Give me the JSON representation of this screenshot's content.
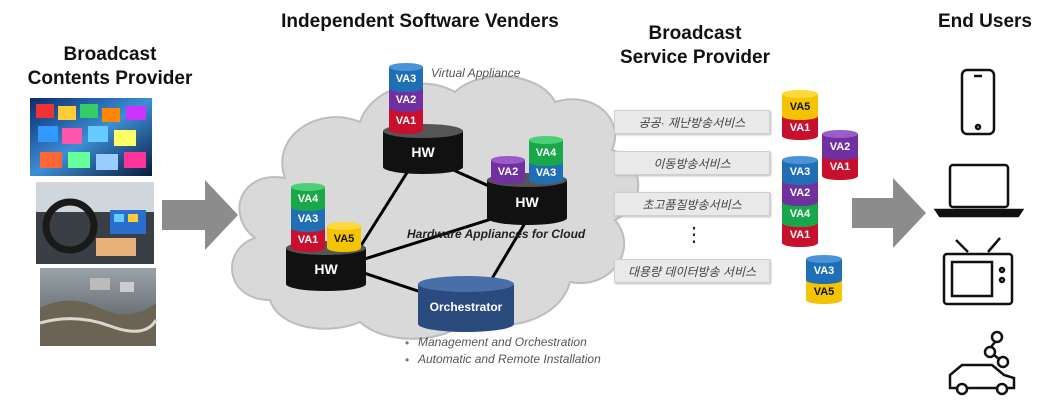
{
  "headers": {
    "contents_provider": [
      "Broadcast",
      "Contents Provider"
    ],
    "isv": "Independent Software Venders",
    "service_provider": [
      "Broadcast",
      "Service Provider"
    ],
    "end_users": "End Users"
  },
  "labels": {
    "virtual_appliance": "Virtual Appliance",
    "hardware_appliances": "Hardware Appliances for Cloud",
    "hw": "HW",
    "orchestrator": "Orchestrator",
    "ellipsis": "⋮"
  },
  "notes": [
    "Management and Orchestration",
    "Automatic and Remote Installation"
  ],
  "services": [
    "공공· 재난방송서비스",
    "이동방송서비스",
    "초고품질방송서비스",
    "대용량 데이터방송 서비스"
  ],
  "va": {
    "va1": "VA1",
    "va2": "VA2",
    "va3": "VA3",
    "va4": "VA4",
    "va5": "VA5"
  },
  "colors": {
    "va1": "#c8102e",
    "va2": "#7030a0",
    "va3": "#1f6fb5",
    "va4": "#18a84a",
    "va5": "#f5c400",
    "hw": "#111111",
    "orchestrator": "#2b4a7e",
    "arrow": "#8c8c8c",
    "cloud": "#d9d9d9"
  },
  "icons": [
    "smartphone-icon",
    "laptop-icon",
    "tv-icon",
    "connected-car-icon"
  ]
}
